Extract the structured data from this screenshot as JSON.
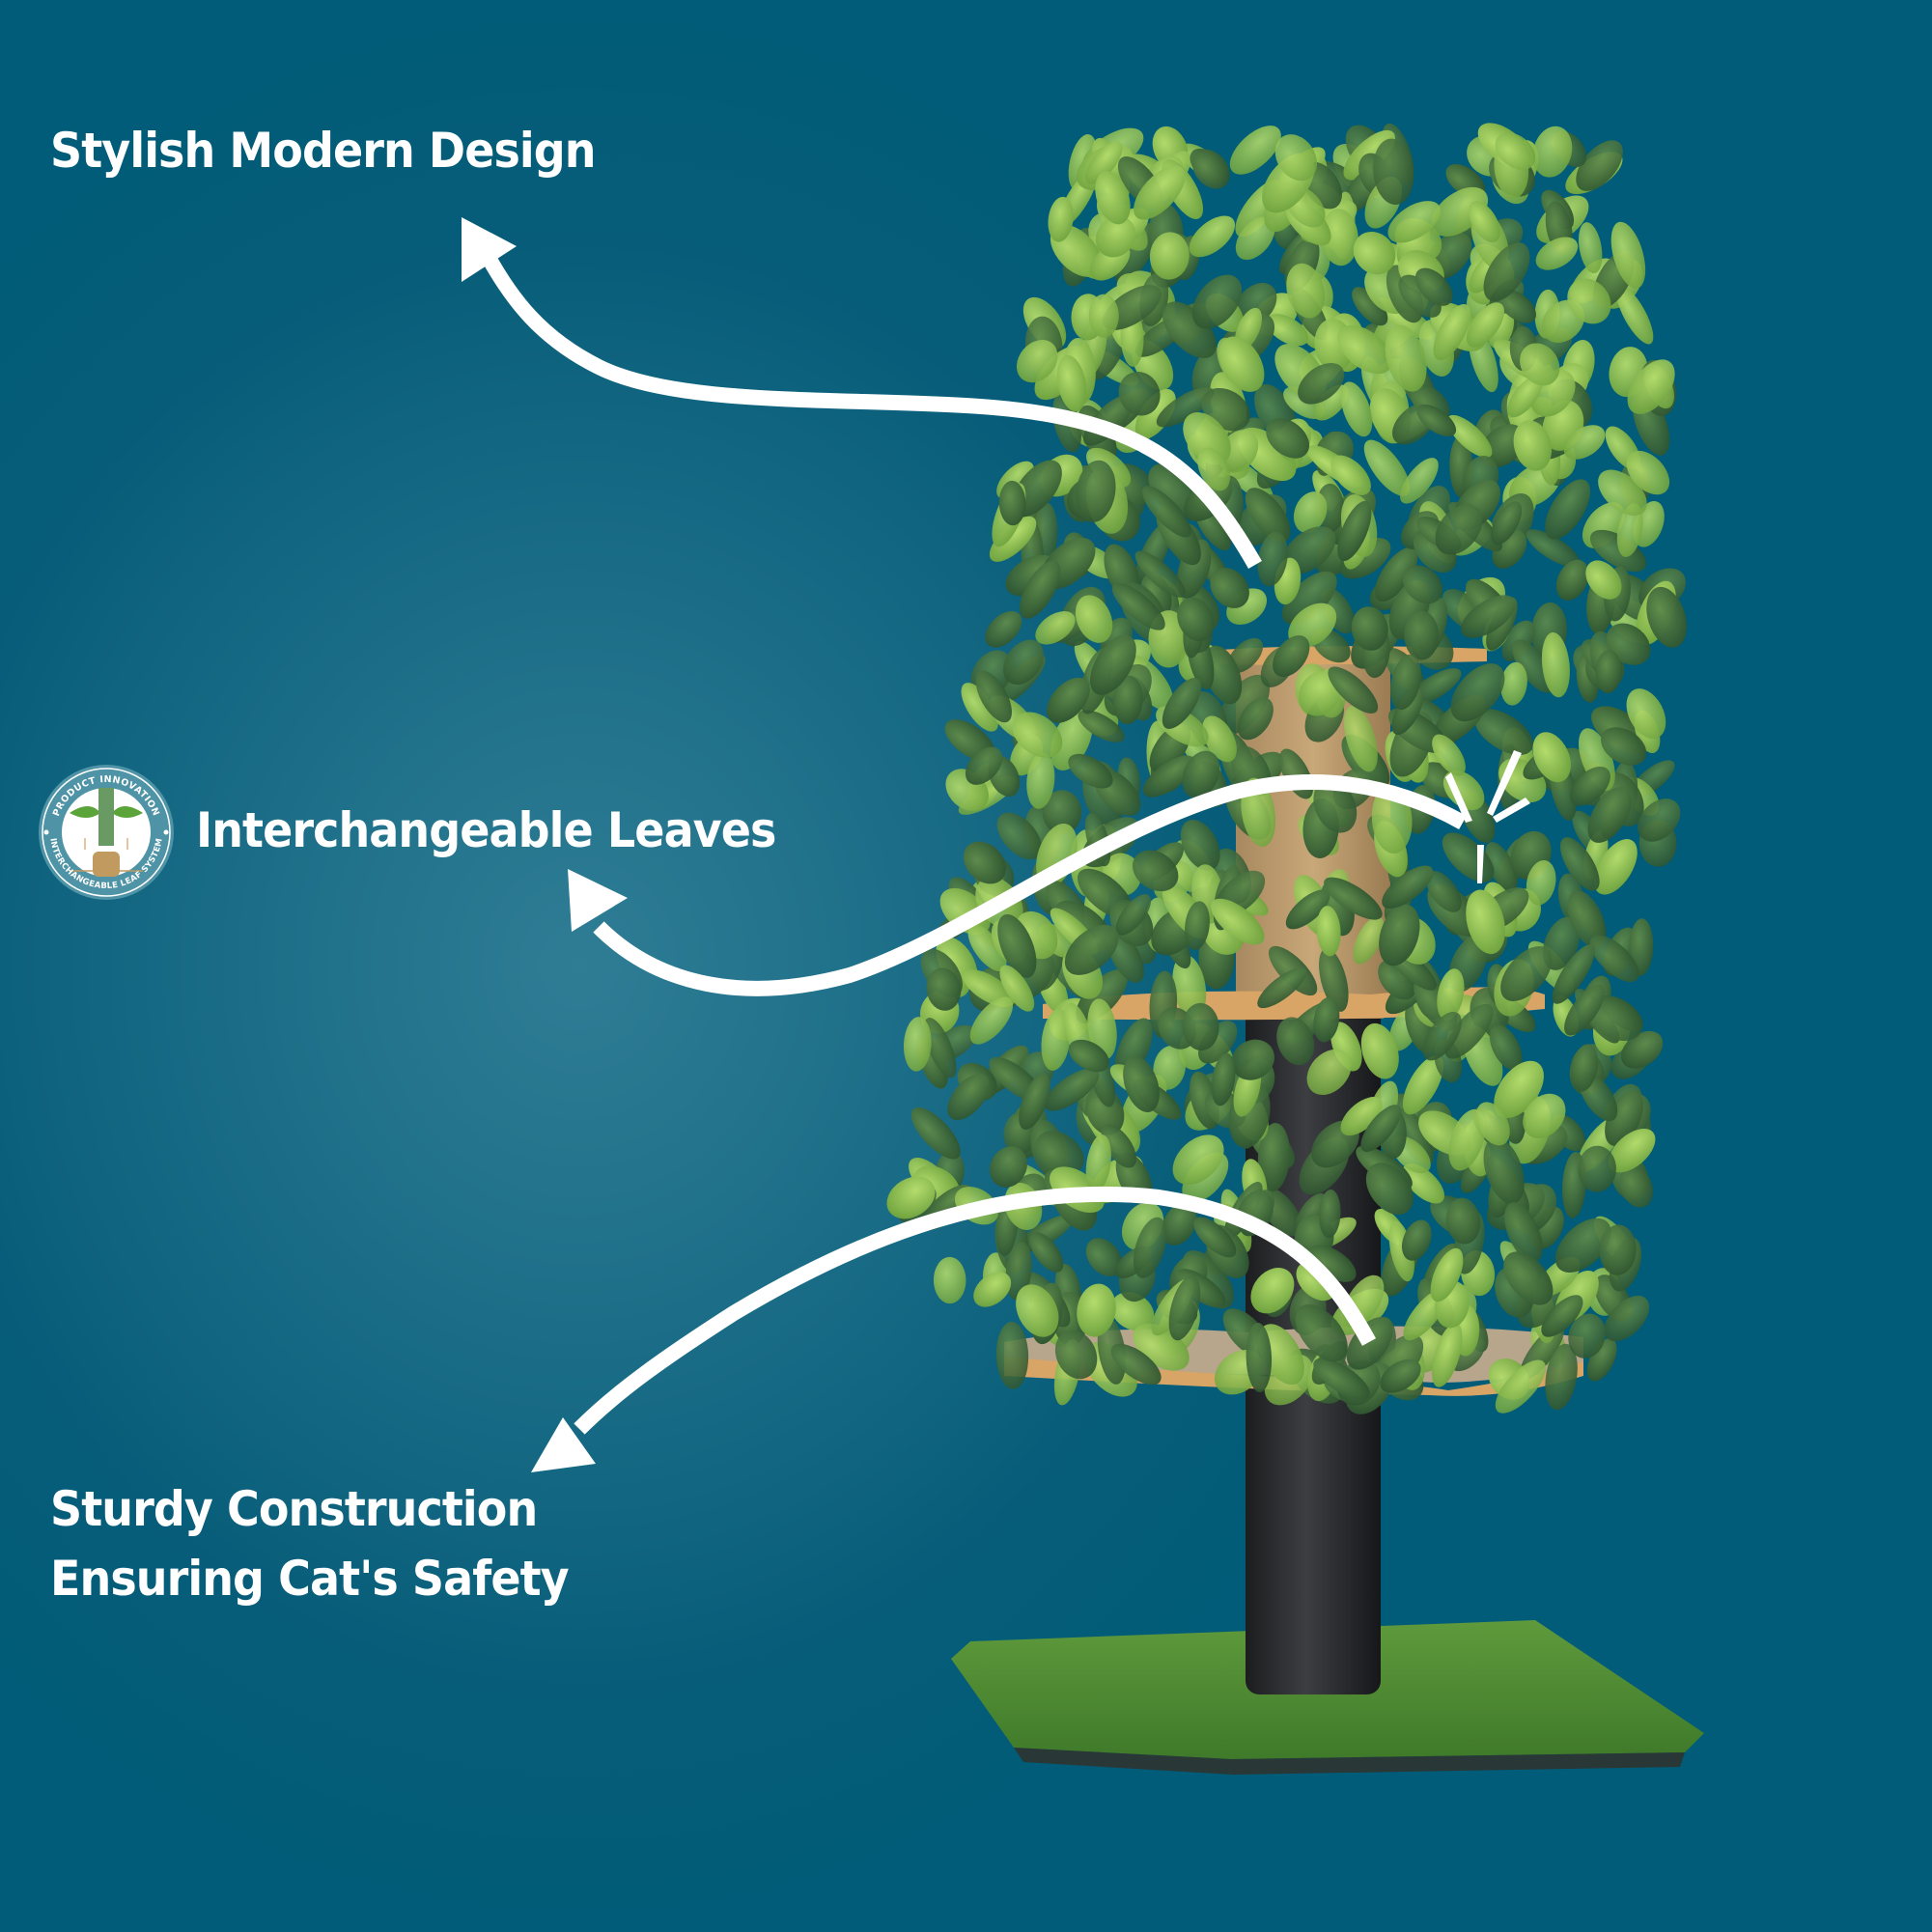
{
  "colors": {
    "background": "#005c78",
    "background_glow": "#2f7d95",
    "text": "#ffffff",
    "arrow": "#ffffff",
    "badge_ring": "#4f93a6",
    "badge_inner": "#ffffff",
    "badge_trunk": "#6a9a64",
    "badge_base": "#c19a5f",
    "badge_leaf": "#5aa43a",
    "leaf_light": "#8fc24e",
    "leaf_dark": "#3f6a36",
    "trunk": "#2a2c2e",
    "platform_wood": "#d9a566",
    "platform_carpet": "#b7a58c",
    "grass": "#4f8a32"
  },
  "features": [
    {
      "id": "design",
      "lines": [
        "Stylish Modern Design"
      ]
    },
    {
      "id": "leaves",
      "lines": [
        "Interchangeable Leaves"
      ]
    },
    {
      "id": "sturdy",
      "lines": [
        "Sturdy Construction",
        "Ensuring Cat's Safety"
      ]
    }
  ],
  "badge": {
    "icon": "interchangeable-leaf-system-badge",
    "top_text": "PRODUCT INNOVATION",
    "bottom_text": "INTERCHANGEABLE LEAF SYSTEM"
  },
  "product": {
    "icon": "cat-tree-with-leaves",
    "tiers": 3,
    "base": "artificial-grass-square"
  }
}
